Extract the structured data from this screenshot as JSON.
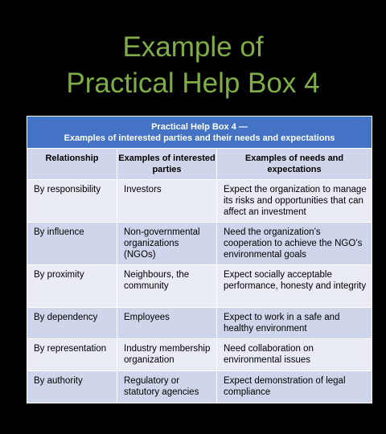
{
  "title": {
    "line1": "Example of",
    "line2": "Practical Help Box 4"
  },
  "table": {
    "caption_line1": "Practical Help Box 4 —",
    "caption_line2": "Examples of interested parties and their needs and expectations",
    "headers": {
      "relationship": "Relationship",
      "parties": "Examples of interested parties",
      "needs": "Examples of needs and expectations"
    },
    "rows": [
      {
        "relationship": "By responsibility",
        "parties": "Investors",
        "needs": "Expect the organization to manage its risks and opportunities that can affect an investment"
      },
      {
        "relationship": "By influence",
        "parties": "Non-governmental organizations (NGOs)",
        "needs": "Need the organization’s cooperation to achieve the NGO’s environmental goals"
      },
      {
        "relationship": "By proximity",
        "parties": "Neighbours, the community",
        "needs": "Expect socially acceptable performance, honesty and integrity"
      },
      {
        "relationship": "By dependency",
        "parties": "Employees",
        "needs": "Expect to work in a safe and healthy environment"
      },
      {
        "relationship": "By representation",
        "parties": "Industry membership organization",
        "needs": "Need collaboration on environmental issues"
      },
      {
        "relationship": "By authority",
        "parties": "Regulatory or statutory agencies",
        "needs": "Expect demonstration of legal compliance"
      }
    ]
  },
  "colors": {
    "background": "#000000",
    "title": "#7fae46",
    "caption_fill": "#4472c4",
    "header_fill": "#cfd5ea",
    "light_row_fill": "#e9ebf5",
    "dark_row_fill": "#cfd5ea"
  }
}
